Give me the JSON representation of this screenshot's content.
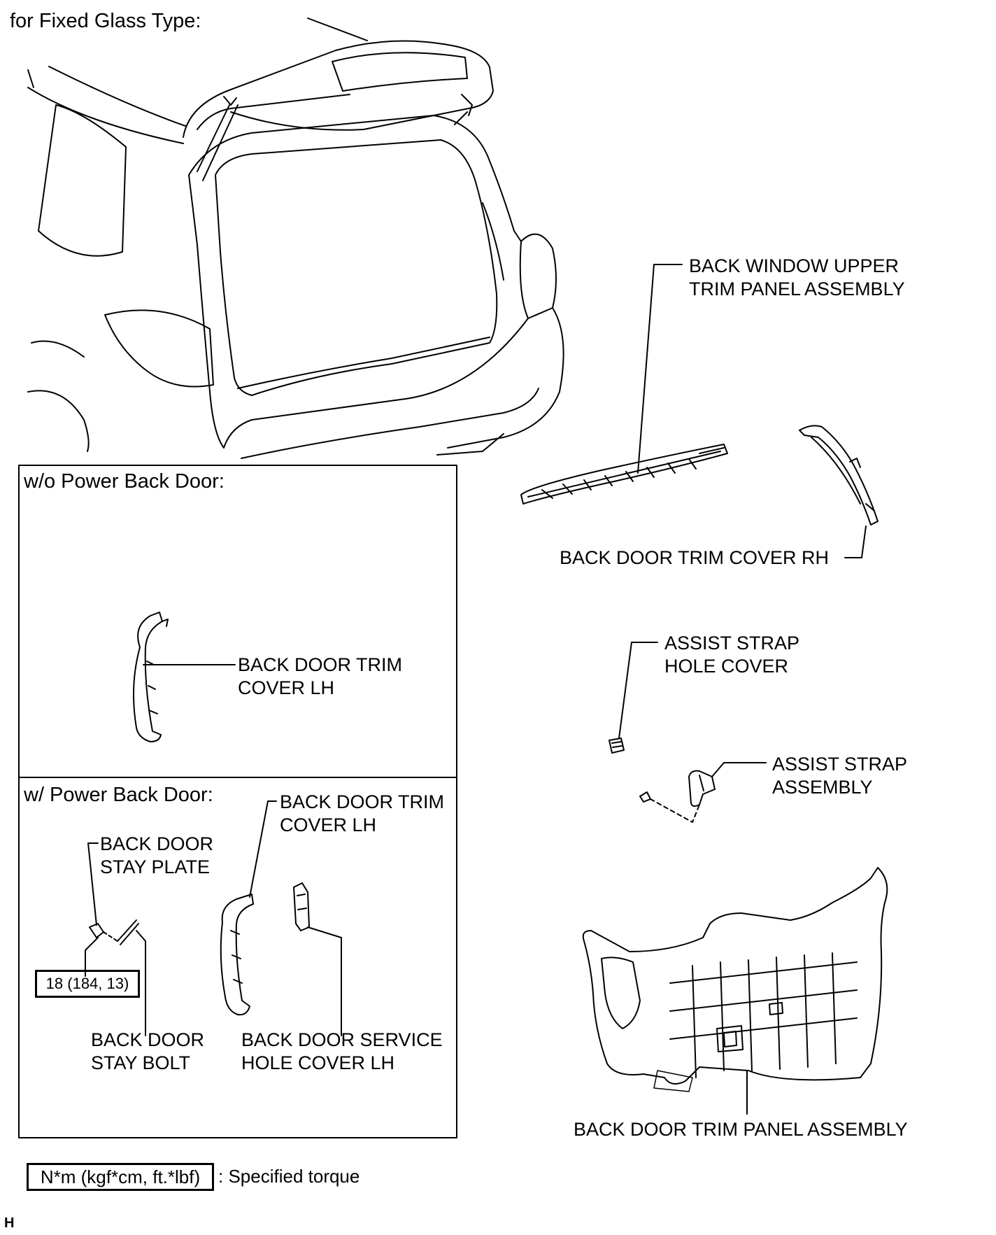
{
  "header": {
    "title": "for Fixed Glass Type:"
  },
  "sections": {
    "wo_power": {
      "title": "w/o Power Back Door:"
    },
    "w_power": {
      "title": "w/ Power Back Door:"
    }
  },
  "labels": {
    "back_window_upper": [
      "BACK WINDOW UPPER",
      "TRIM PANEL ASSEMBLY"
    ],
    "trim_cover_rh": "BACK DOOR TRIM COVER RH",
    "assist_strap_hole_cover": [
      "ASSIST STRAP",
      "HOLE COVER"
    ],
    "assist_strap_assembly": [
      "ASSIST STRAP",
      "ASSEMBLY"
    ],
    "trim_panel_assembly": "BACK DOOR TRIM PANEL ASSEMBLY",
    "trim_cover_lh_wo": [
      "BACK DOOR TRIM",
      "COVER LH"
    ],
    "trim_cover_lh_w": [
      "BACK DOOR TRIM",
      "COVER LH"
    ],
    "stay_plate": [
      "BACK DOOR",
      "STAY PLATE"
    ],
    "stay_bolt": [
      "BACK DOOR",
      "STAY BOLT"
    ],
    "service_hole_cover": [
      "BACK DOOR SERVICE",
      "HOLE COVER LH"
    ]
  },
  "torque": {
    "stay_bolt": "18 (184, 13)"
  },
  "legend": {
    "unit": "N*m (kgf*cm, ft.*lbf)",
    "text": ": Specified torque"
  },
  "footer": {
    "code": "H"
  }
}
